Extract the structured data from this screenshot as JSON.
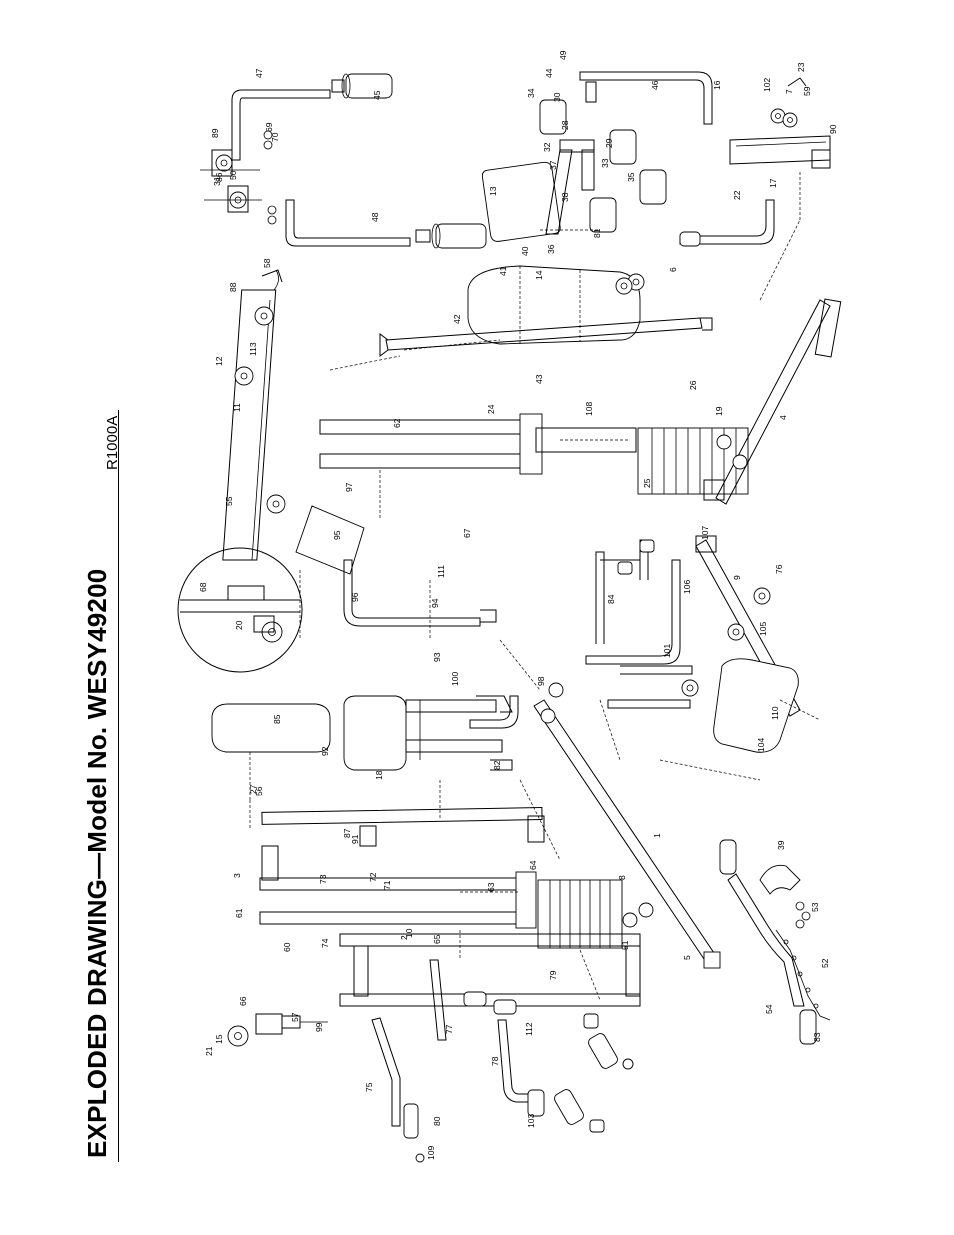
{
  "page": {
    "title": "EXPLODED DRAWING—Model No. WESY49200",
    "drawing_code": "R1000A"
  },
  "part_numbers": [
    "1",
    "2",
    "3",
    "4",
    "5",
    "6",
    "7",
    "8",
    "9",
    "10",
    "11",
    "12",
    "13",
    "14",
    "15",
    "16",
    "17",
    "18",
    "19",
    "20",
    "21",
    "22",
    "23",
    "24",
    "25",
    "26",
    "27",
    "28",
    "29",
    "30",
    "31",
    "32",
    "33",
    "34",
    "35",
    "36",
    "37",
    "38",
    "39",
    "40",
    "41",
    "42",
    "43",
    "44",
    "45",
    "46",
    "47",
    "48",
    "49",
    "50",
    "51",
    "52",
    "53",
    "54",
    "55",
    "56",
    "57",
    "58",
    "59",
    "60",
    "61",
    "62",
    "63",
    "64",
    "65",
    "66",
    "67",
    "68",
    "69",
    "70",
    "71",
    "72",
    "73",
    "74",
    "75",
    "76",
    "77",
    "78",
    "79",
    "80",
    "81",
    "82",
    "83",
    "84",
    "85",
    "86",
    "87",
    "88",
    "89",
    "90",
    "91",
    "92",
    "93",
    "94",
    "95",
    "96",
    "97",
    "98",
    "99",
    "100",
    "101",
    "102",
    "103",
    "104",
    "105",
    "106",
    "107",
    "108",
    "109",
    "110",
    "111",
    "112",
    "113"
  ]
}
